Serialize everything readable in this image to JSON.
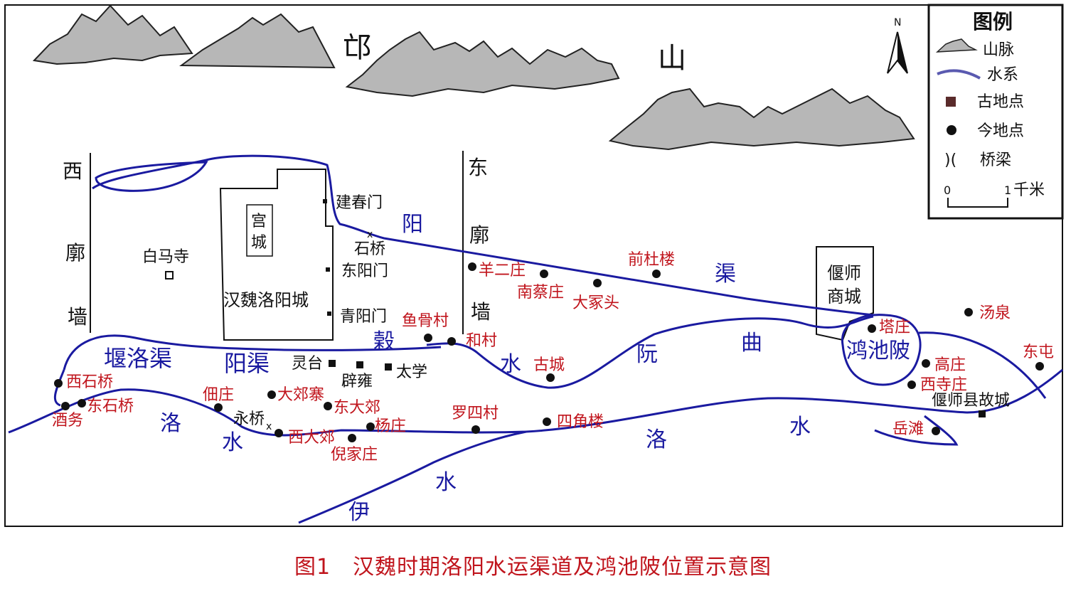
{
  "caption": "图1　汉魏时期洛阳水运渠道及鸿池陂位置示意图",
  "colors": {
    "water": "#1a1aa0",
    "modern_label": "#c0141c",
    "ancient_label": "#111111",
    "frame": "#111111"
  },
  "compass": {
    "label": "N"
  },
  "legend": {
    "title": "图例",
    "items": [
      {
        "icon": "mountain-icon",
        "label": "山脉"
      },
      {
        "icon": "water-line-icon",
        "label": "水系"
      },
      {
        "icon": "square-icon",
        "label": "古地点"
      },
      {
        "icon": "dot-icon",
        "label": "今地点"
      },
      {
        "icon": "bridge-icon",
        "label": "桥梁"
      }
    ],
    "scale": {
      "start": "0",
      "end": "1",
      "unit": "千米"
    }
  },
  "mountain_name": [
    "邙",
    "山"
  ],
  "walls": {
    "west": [
      "西",
      "廓",
      "墙"
    ],
    "east": [
      "东",
      "廓",
      "墙"
    ]
  },
  "cities": {
    "palace": [
      "宫",
      "城"
    ],
    "han_wei_luoyang": "汉魏洛阳城",
    "yanshi_shang": [
      "偃师",
      "商城"
    ]
  },
  "gates": {
    "jianchun": "建春门",
    "dongyang": "东阳门",
    "qingyang": "青阳门"
  },
  "ancient_places": {
    "baima_temple": "白马寺",
    "stone_bridge": "石桥",
    "lingtai": "灵台",
    "piyong": "辟雍",
    "taixue": "太学",
    "yong_bridge": "永桥",
    "yanshi_old_city": "偃师县故城"
  },
  "modern_places": {
    "yangerzhuang": "羊二庄",
    "nancaizhuang": "南蔡庄",
    "qianduolou": "前杜楼",
    "dazhongtou": "大冢头",
    "yugucun": "鱼骨村",
    "hecun": "和村",
    "gucheng": "古城",
    "tazhuang": "塔庄",
    "tangquan": "汤泉",
    "dongtun": "东屯",
    "gaozhuang": "高庄",
    "xisizhuang": "西寺庄",
    "yuetan": "岳滩",
    "xishiqiao": "西石桥",
    "dongshiqiao": "东石桥",
    "jiuwu": "酒务",
    "peizhuang": "佃庄",
    "dajiaozhai": "大郊寨",
    "dongdajiao": "东大郊",
    "xidajiao": "西大郊",
    "yangzhuang": "杨庄",
    "nijiazhuang": "倪家庄",
    "luosicun": "罗四村",
    "sijiaolou": "四角楼"
  },
  "waterways": {
    "yangqu": [
      "阳",
      "渠"
    ],
    "yanluoqu": "堰洛渠",
    "yangqu_lower": "阳渠",
    "gu": "榖",
    "shui_gu": "水",
    "ruanqu": [
      "阮",
      "曲"
    ],
    "hongchibei": "鸿池陂",
    "luoshui_west": [
      "洛",
      "水"
    ],
    "luoshui_east": [
      "洛",
      "水"
    ],
    "yishui": [
      "伊",
      "水"
    ]
  }
}
